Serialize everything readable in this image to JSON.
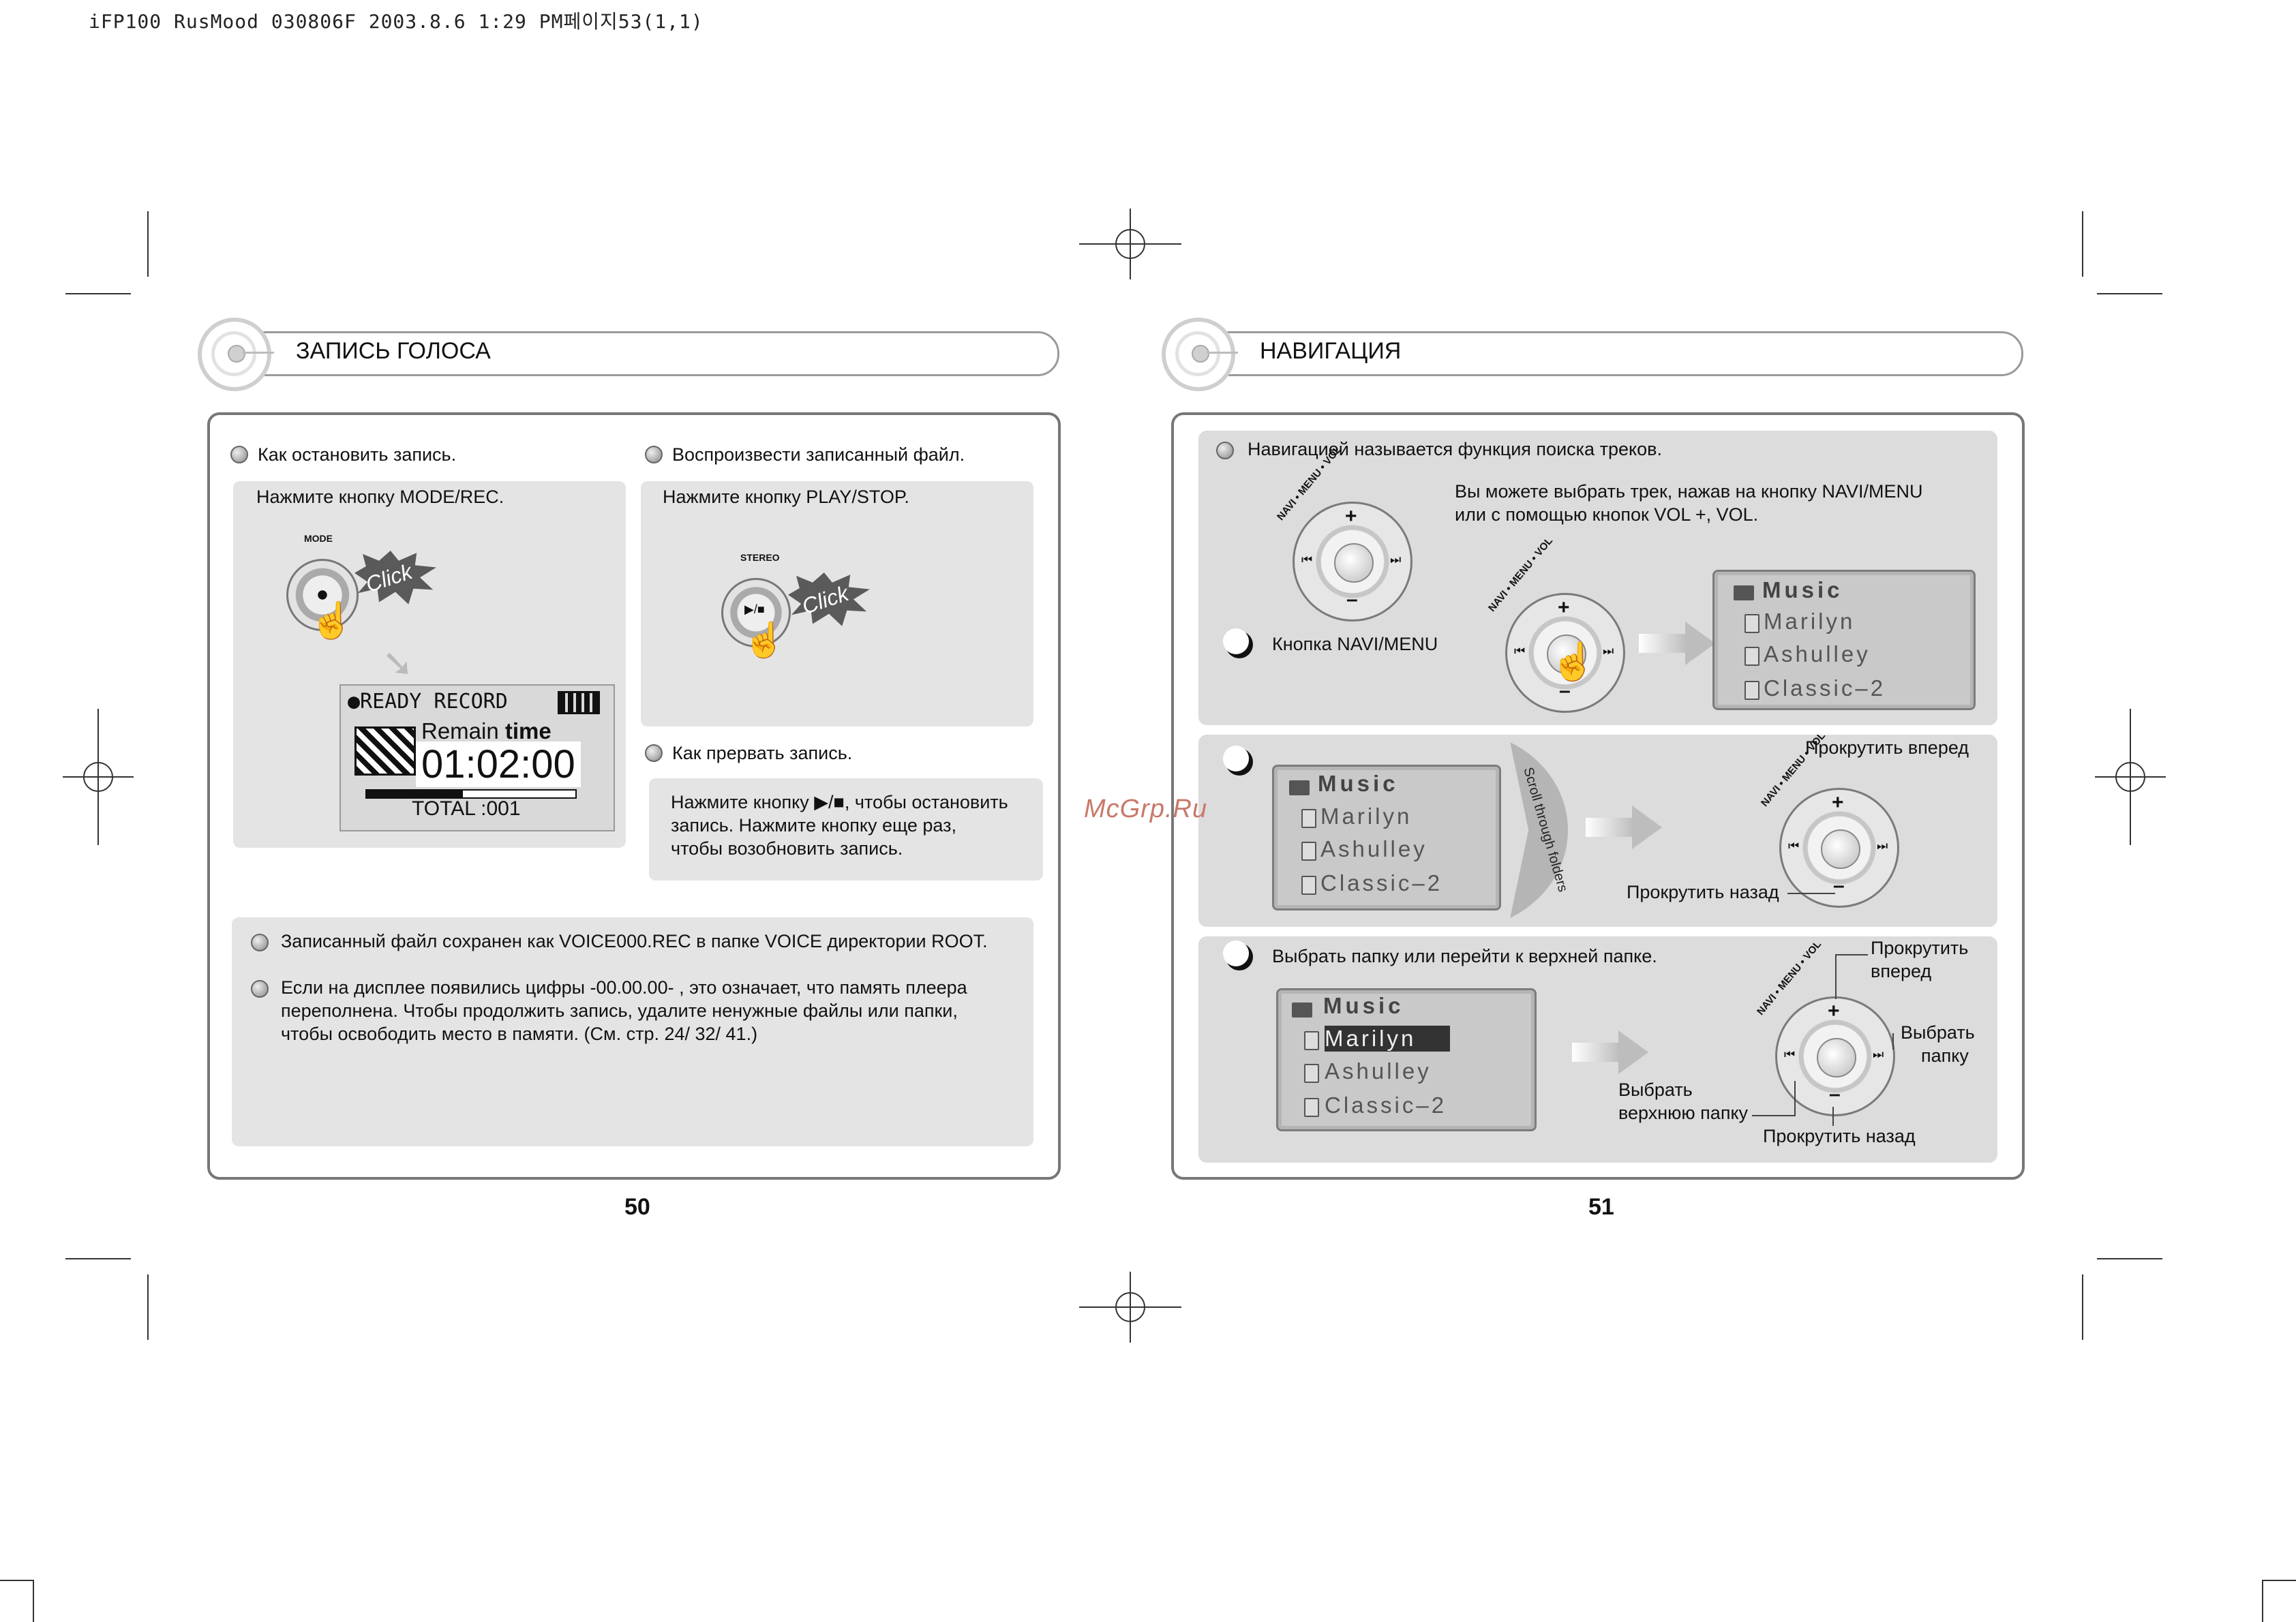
{
  "print_header": "iFP100 RusMood 030806F  2003.8.6 1:29 PM페이지53(1,1)",
  "watermark": "McGrp.Ru",
  "left_page": {
    "section_title": "ЗАПИСЬ ГОЛОСА",
    "stop_recording": {
      "bullet": "Как остановить запись.",
      "instruction": "Нажмите кнопку MODE/REC.",
      "button_label": "MODE",
      "click_label": "Click"
    },
    "lcd": {
      "status": "●READY RECORD",
      "remain_prefix": "Remain ",
      "remain_bold": "time",
      "time": "01:02:00",
      "total": "TOTAL :001"
    },
    "play_file": {
      "bullet": "Воспроизвести записанный файл.",
      "instruction": "Нажмите кнопку PLAY/STOP.",
      "button_label": "STEREO",
      "button_glyph": "▶/■",
      "click_label": "Click"
    },
    "pause_recording": {
      "bullet": "Как прервать запись.",
      "line1": "Нажмите кнопку ▶/■, чтобы остановить",
      "line2": "запись. Нажмите кнопку еще раз,",
      "line3": "чтобы возобновить запись."
    },
    "notes": {
      "note1": "Записанный файл сохранен как VOICE000.REC в папке VOICE директории ROOT.",
      "note2_line1": "Если на дисплее появились цифры -00.00.00- , это означает, что память плеера",
      "note2_line2": "переполнена. Чтобы продолжить запись, удалите  ненужные файлы или папки,",
      "note2_line3": "чтобы освободить место в памяти.  (См. стр. 24/ 32/ 41.)"
    },
    "page_number": "50"
  },
  "right_page": {
    "section_title": "НАВИГАЦИЯ",
    "intro_bullet": "Навигацией называется функция поиска треков.",
    "intro_line1": "Вы можете выбрать трек, нажав на кнопку NAVI/MENU",
    "intro_line2": "или с помощью кнопок VOL +, VOL.",
    "dial_label": "NAVI • MENU • VOL",
    "dial_plus": "+",
    "dial_minus": "–",
    "dial_prev": "⏮",
    "dial_next": "⏭",
    "step1_label": "Кнопка NAVI/MENU",
    "menu": {
      "folder": "Music",
      "items": [
        "Marilyn",
        "Ashulley",
        "Classic–2"
      ]
    },
    "scroll_text": "Scroll through folders",
    "scroll_forward": "Прокрутить вперед",
    "scroll_back": "Прокрутить назад",
    "step3_label": "Выбрать папку или перейти к верхней папке.",
    "scroll_forward_2a": "Прокрутить",
    "scroll_forward_2b": "вперед",
    "select_folder_a": "Выбрать",
    "select_folder_b": "папку",
    "select_upper_a": "Выбрать",
    "select_upper_b": "верхнюю папку",
    "page_number": "51"
  }
}
